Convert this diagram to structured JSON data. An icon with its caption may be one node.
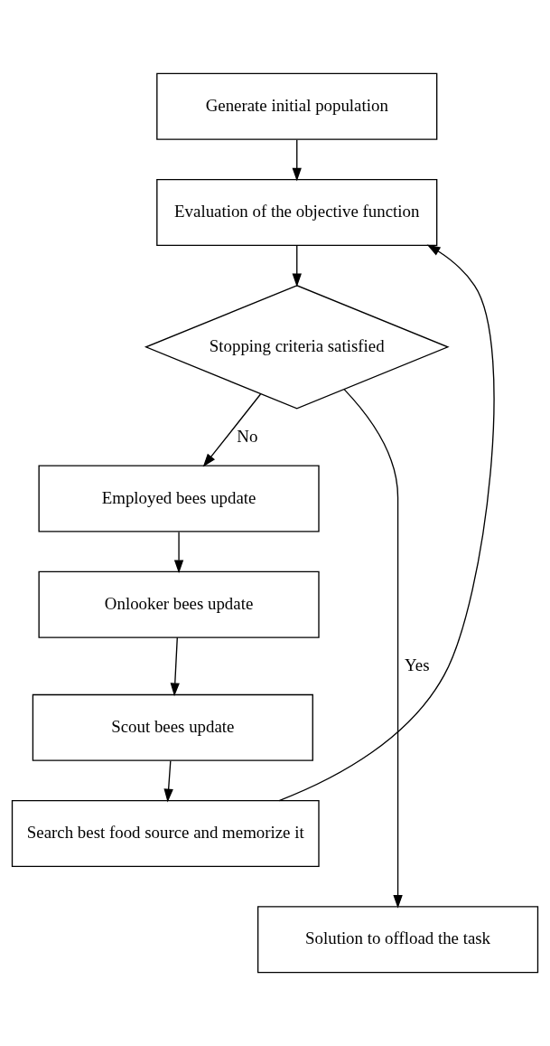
{
  "diagram": {
    "nodes": [
      {
        "text": [
          "Generate initial population"
        ]
      },
      {
        "text": [
          "Evaluation of the objective function"
        ]
      },
      {
        "text": [
          "Stopping criteria satisfied"
        ]
      },
      {
        "text": [
          "Employed bees update"
        ]
      },
      {
        "text": [
          "Onlooker bees update"
        ]
      },
      {
        "text": [
          "Scout bees update"
        ]
      },
      {
        "text": [
          "Search best food source and memorize it"
        ]
      },
      {
        "text": [
          "Solution to offload the task"
        ]
      }
    ],
    "edges": [
      {
        "from": 0,
        "to": 1,
        "arrow": "to"
      },
      {
        "from": 1,
        "to": 2,
        "arrow": "to"
      },
      {
        "from": 2,
        "to": 3,
        "arrow": "to",
        "label": "No"
      },
      {
        "from": 3,
        "to": 4,
        "arrow": "to"
      },
      {
        "from": 4,
        "to": 5,
        "arrow": "to"
      },
      {
        "from": 5,
        "to": 6,
        "arrow": "to"
      },
      {
        "from": 6,
        "to": 1,
        "arrow": "to"
      },
      {
        "from": 2,
        "to": 7,
        "arrow": "to",
        "label": "Yes"
      }
    ]
  }
}
